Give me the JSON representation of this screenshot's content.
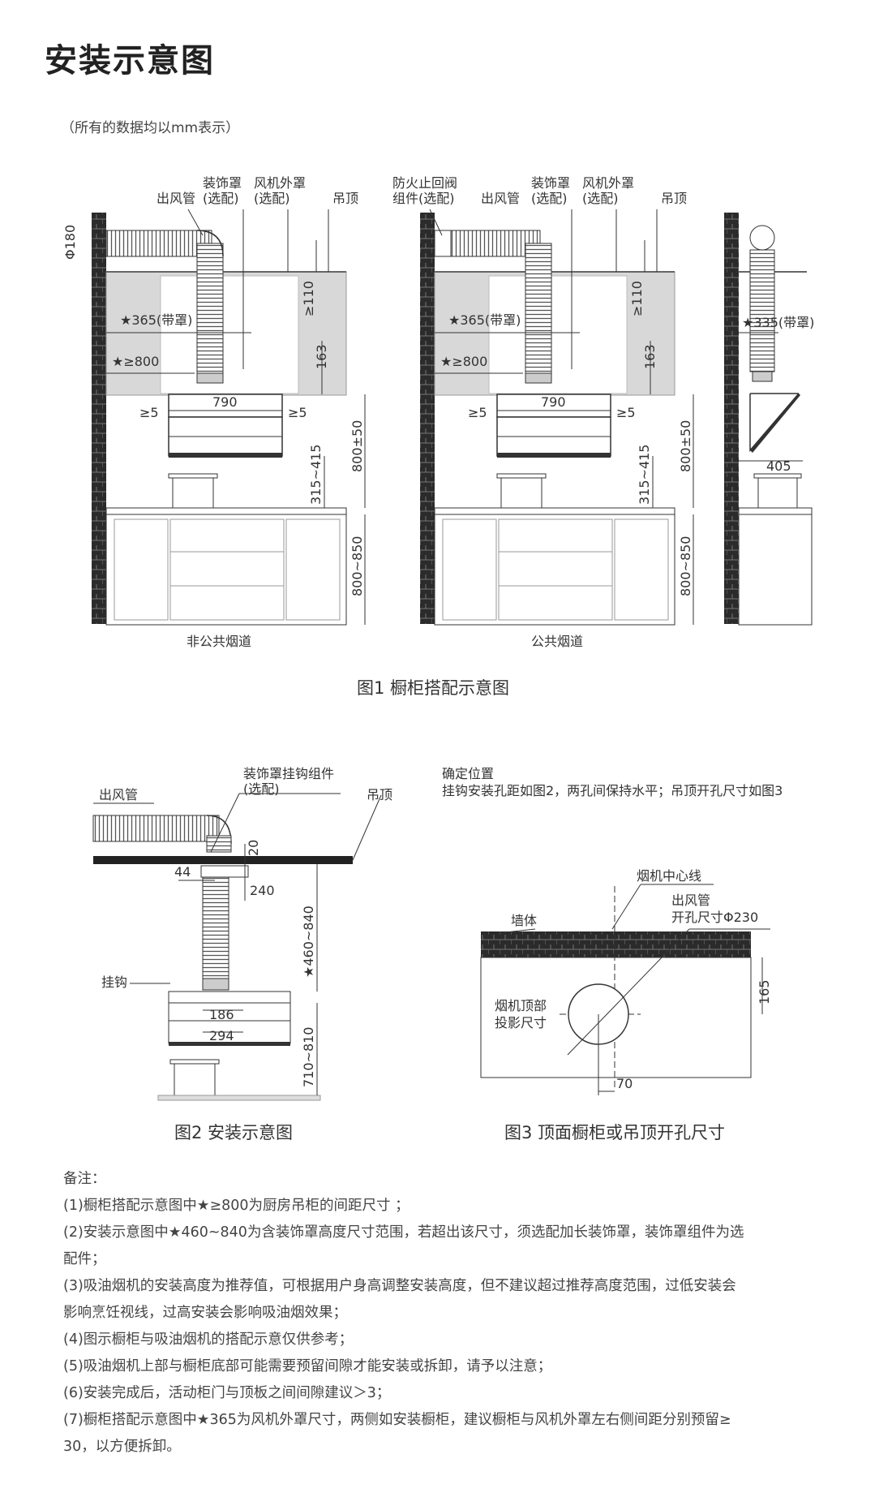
{
  "page": {
    "title": "安装示意图",
    "subtitle": "（所有的数据均以mm表示）"
  },
  "fig1": {
    "caption": "图1 橱柜搭配示意图",
    "left": {
      "label_flue": "非公共烟道",
      "chuqiguan": "出风管",
      "zhuangshizhao": "装饰罩",
      "xuanpei1": "(选配)",
      "fengjiwaizhao": "风机外罩",
      "xuanpei2": "(选配)",
      "diaoding": "吊顶",
      "phi180": "Φ180",
      "ge110": "≥110",
      "star365": "★365(带罩)",
      "star800": "★≥800",
      "d163": "163",
      "d790": "790",
      "ge5a": "≥5",
      "ge5b": "≥5",
      "r315": "315~415",
      "r800_50": "800±50",
      "r800_850": "800~850"
    },
    "mid": {
      "label_flue": "公共烟道",
      "fanghuo1": "防火止回阀",
      "fanghuo2": "组件(选配)",
      "chuqiguan": "出风管",
      "zhuangshizhao": "装饰罩",
      "xuanpei1": "(选配)",
      "fengjiwaizhao": "风机外罩",
      "xuanpei2": "(选配)",
      "diaoding": "吊顶",
      "ge110": "≥110",
      "star365": "★365(带罩)",
      "star800": "★≥800",
      "d163": "163",
      "d790": "790",
      "ge5a": "≥5",
      "ge5b": "≥5",
      "r315": "315~415",
      "r800_50": "800±50",
      "r800_850": "800~850"
    },
    "right": {
      "star335": "★335(带罩)",
      "d405": "405"
    }
  },
  "fig2": {
    "caption": "图2 安装示意图",
    "zhuangshi1": "装饰罩挂钩组件",
    "zhuangshi2": "(选配)",
    "chuqiguan": "出风管",
    "diaoding": "吊顶",
    "guagou": "挂钩",
    "d20": "20",
    "d44": "44",
    "d240": "240",
    "r460": "★460~840",
    "d186": "186",
    "d294": "294",
    "r710": "710~810"
  },
  "fig3": {
    "caption": "图3 顶面橱柜或吊顶开孔尺寸",
    "queding": "确定位置",
    "guagou_desc": "挂钩安装孔距如图2，两孔间保持水平；吊顶开孔尺寸如图3",
    "yanji_center": "烟机中心线",
    "chufengguan": "出风管",
    "kaikong": "开孔尺寸Φ230",
    "qiangti": "墙体",
    "touying1": "烟机顶部",
    "touying2": "投影尺寸",
    "d165": "165",
    "d70": "70"
  },
  "notes": [
    "备注：",
    "(1)橱柜搭配示意图中★≥800为厨房吊柜的间距尺寸 ；",
    "(2)安装示意图中★460~840为含装饰罩高度尺寸范围，若超出该尺寸，须选配加长装饰罩，装饰罩组件为选",
    "配件；",
    "(3)吸油烟机的安装高度为推荐值，可根据用户身高调整安装高度，但不建议超过推荐高度范围，过低安装会",
    "影响烹饪视线，过高安装会影响吸油烟效果；",
    "(4)图示橱柜与吸油烟机的搭配示意仅供参考；",
    "(5)吸油烟机上部与橱柜底部可能需要预留间隙才能安装或拆卸，请予以注意；",
    "(6)安装完成后，活动柜门与顶板之间间隙建议＞3；",
    "(7)橱柜搭配示意图中★365为风机外罩尺寸，两侧如安装橱柜，建议橱柜与风机外罩左右侧间距分别预留≥",
    "30，以方便拆卸。"
  ]
}
